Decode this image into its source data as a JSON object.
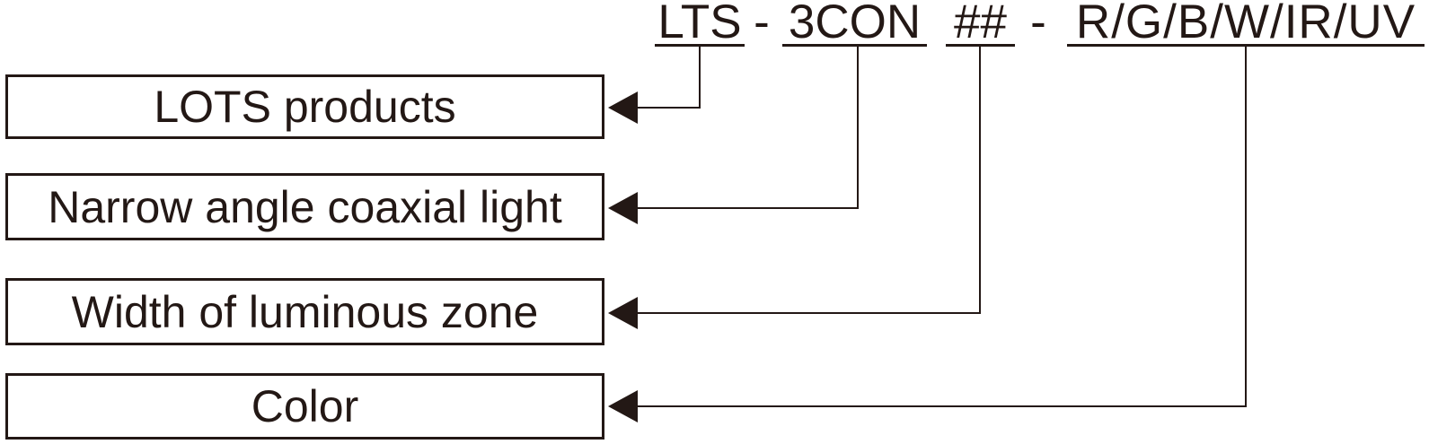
{
  "product_code": {
    "segments": [
      {
        "id": "lts",
        "text": "LTS"
      },
      {
        "id": "3con",
        "text": "3CON"
      },
      {
        "id": "width",
        "text": "##"
      },
      {
        "id": "color",
        "text": "R/G/B/W/IR/UV"
      }
    ],
    "separators": [
      "-",
      "-"
    ]
  },
  "legend_boxes": [
    {
      "label": "LOTS products"
    },
    {
      "label": "Narrow angle coaxial light"
    },
    {
      "label": "Width of luminous zone"
    },
    {
      "label": "Color"
    }
  ],
  "colors": {
    "ink": "#231815",
    "background": "#ffffff"
  }
}
